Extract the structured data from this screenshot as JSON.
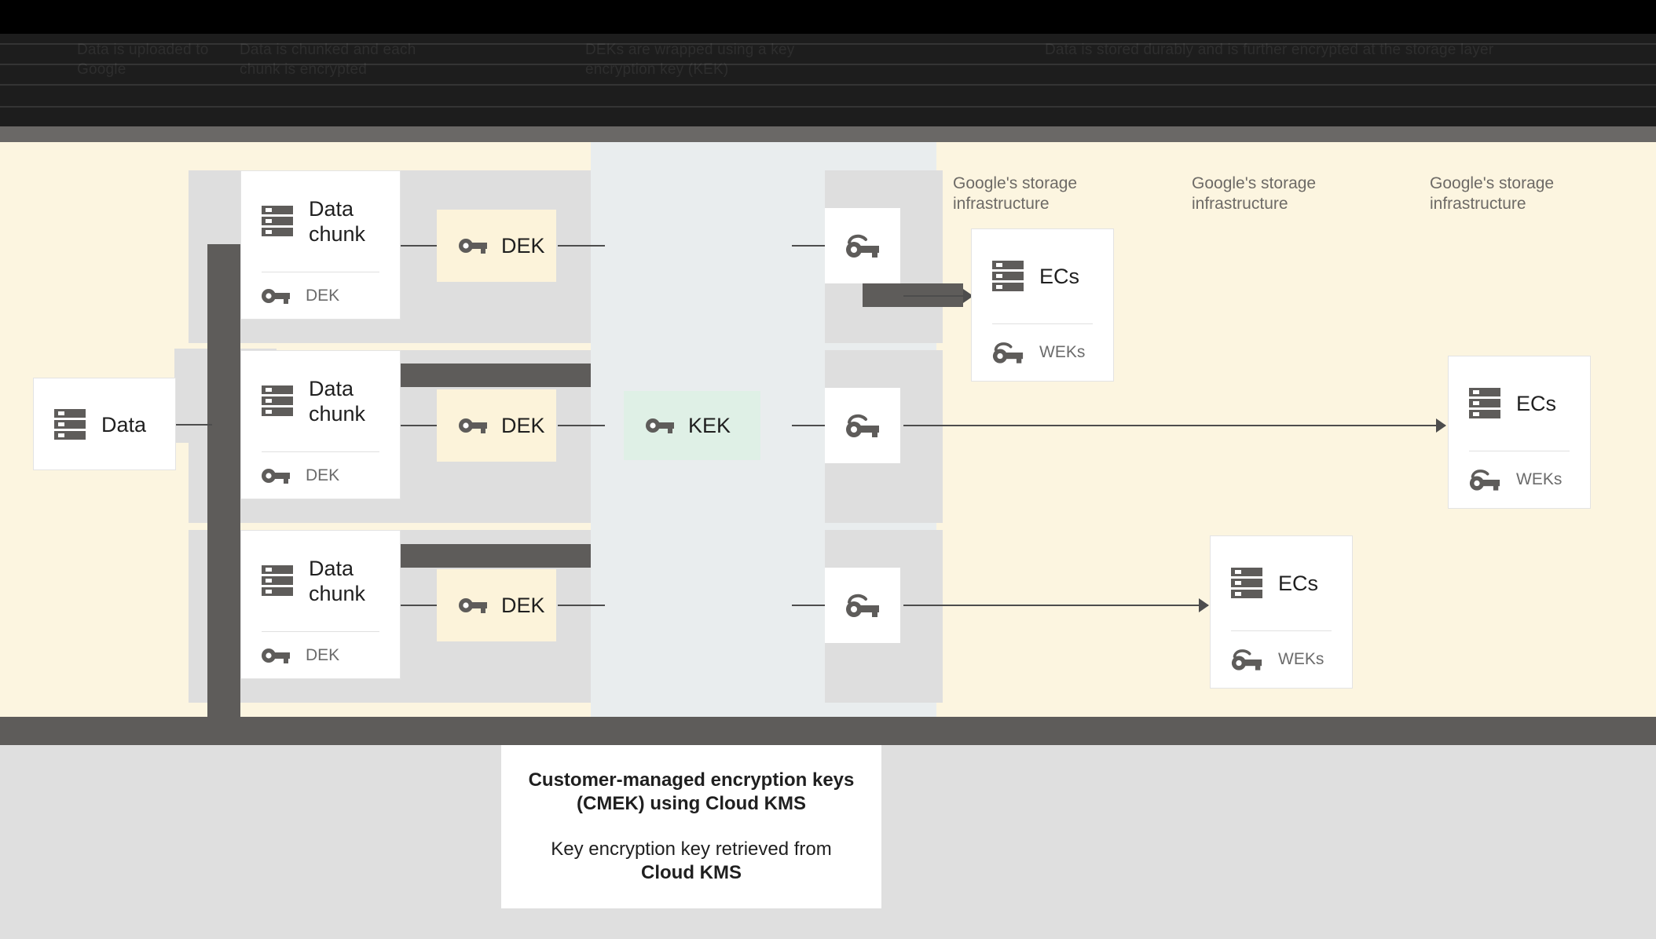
{
  "header": {
    "columns": [
      "Data is uploaded to Google",
      "Data is chunked and each chunk is encrypted",
      "DEKs are wrapped using a key encryption key (KEK)",
      "Data is stored durably and is further encrypted at the storage layer"
    ]
  },
  "diagram": {
    "source": {
      "label": "Data",
      "icon": "storage-icon"
    },
    "chunks": [
      {
        "title_line1": "Data",
        "title_line2": "chunk",
        "key_label": "DEK",
        "icon": "storage-icon",
        "key_icon": "key-icon"
      },
      {
        "title_line1": "Data",
        "title_line2": "chunk",
        "key_label": "DEK",
        "icon": "storage-icon",
        "key_icon": "key-icon"
      },
      {
        "title_line1": "Data",
        "title_line2": "chunk",
        "key_label": "DEK",
        "icon": "storage-icon",
        "key_icon": "key-icon"
      }
    ],
    "deks": [
      {
        "label": "DEK",
        "icon": "key-icon"
      },
      {
        "label": "DEK",
        "icon": "key-icon"
      },
      {
        "label": "DEK",
        "icon": "key-icon"
      }
    ],
    "kek": {
      "label": "KEK",
      "icon": "key-icon"
    },
    "wrapped_keys": [
      {
        "icon": "wrapped-key-icon"
      },
      {
        "icon": "wrapped-key-icon"
      },
      {
        "icon": "wrapped-key-icon"
      }
    ],
    "infra_labels": [
      "Google's storage infrastructure",
      "Google's storage infrastructure",
      "Google's storage infrastructure"
    ],
    "storage_cards": [
      {
        "title": "ECs",
        "key_label": "WEKs",
        "icon": "storage-icon",
        "key_icon": "wrapped-key-icon"
      },
      {
        "title": "ECs",
        "key_label": "WEKs",
        "icon": "storage-icon",
        "key_icon": "wrapped-key-icon"
      },
      {
        "title": "ECs",
        "key_label": "WEKs",
        "icon": "storage-icon",
        "key_icon": "wrapped-key-icon"
      }
    ]
  },
  "caption": {
    "title_line1": "Customer-managed encryption keys",
    "title_line2": "(CMEK) using Cloud KMS",
    "body_line1": "Key encryption key retrieved from",
    "body_line2": "Cloud KMS"
  },
  "colors": {
    "canvas_cream": "#fcf5e0",
    "band_gray": "#dedede",
    "kek_column": "#e9edee",
    "dark_bar": "#5e5c5a",
    "dek_fill": "#fcf3da",
    "kek_fill": "#dff0e6",
    "icon_gray": "#5e5c5a",
    "bottom_gray": "#dfdfdf"
  }
}
